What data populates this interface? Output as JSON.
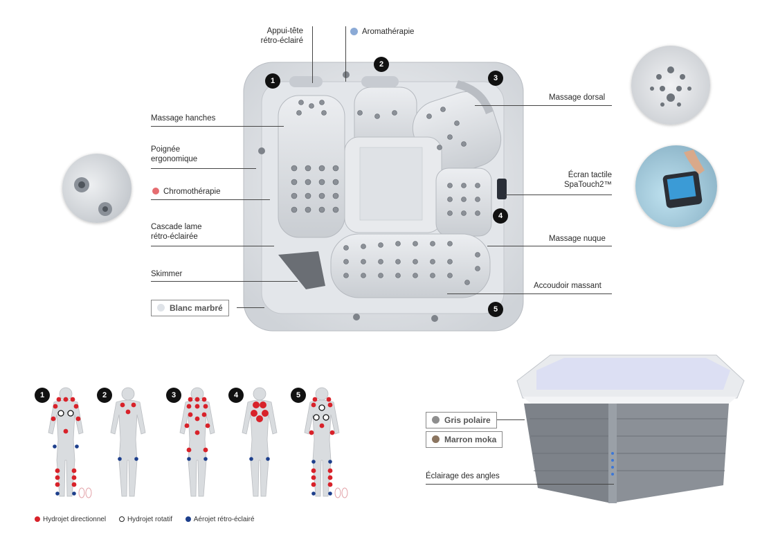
{
  "top_labels": {
    "headrest": "Appui-tête\nrétro-éclairé",
    "aroma": "Aromathérapie"
  },
  "left_labels": {
    "hips": "Massage hanches",
    "handle": "Poignée\nergonomique",
    "chromo": "Chromothérapie",
    "waterfall": "Cascade lame\nrétro-éclairée",
    "skimmer": "Skimmer"
  },
  "right_labels": {
    "dorsal": "Massage dorsal",
    "screen": "Écran tactile\nSpaTouch2™",
    "neck": "Massage nuque",
    "armrest": "Accoudoir massant"
  },
  "seat_badges": [
    "1",
    "2",
    "3",
    "4",
    "5"
  ],
  "finish_top": {
    "name": "Blanc marbré",
    "color": "#dfe3e8"
  },
  "cabinet_finishes": [
    {
      "name": "Gris polaire",
      "color": "#8e8e8e"
    },
    {
      "name": "Marron moka",
      "color": "#8b7560"
    }
  ],
  "corner_light_label": "Éclairage des angles",
  "figures": [
    "1",
    "2",
    "3",
    "4",
    "5"
  ],
  "legend": [
    {
      "label": "Hydrojet directionnel",
      "kind": "red"
    },
    {
      "label": "Hydrojet rotatif",
      "kind": "ring"
    },
    {
      "label": "Aérojet rétro-éclairé",
      "kind": "blue"
    }
  ],
  "colors": {
    "red": "#d8222a",
    "blue": "#1d3f8c",
    "accent_chromo": "#e0484e",
    "accent_aroma": "#5a86c5"
  }
}
